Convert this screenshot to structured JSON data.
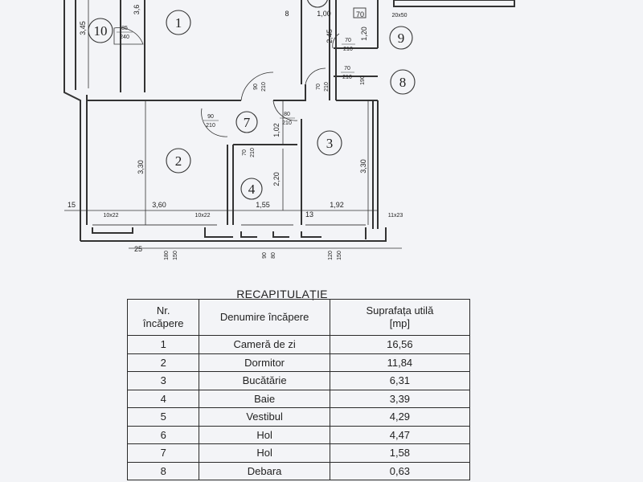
{
  "plan": {
    "rooms": [
      {
        "id": "room-1-label",
        "text": "1"
      },
      {
        "id": "room-2-label",
        "text": "2"
      },
      {
        "id": "room-3-label",
        "text": "3"
      },
      {
        "id": "room-4-label",
        "text": "4"
      },
      {
        "id": "room-7-label",
        "text": "7"
      },
      {
        "id": "room-8-label",
        "text": "8"
      },
      {
        "id": "room-9-label",
        "text": "9"
      },
      {
        "id": "room-10-label",
        "text": "10"
      }
    ],
    "dimensions": {
      "d_345": "3,45",
      "d_36": "3,6",
      "d_8": "8",
      "d_100": "1,00",
      "d_70": "70",
      "d_20x50": "20x50",
      "d_245": "2,45",
      "d_120": "1,20",
      "d_330a": "3,30",
      "d_330b": "3,30",
      "d_360": "3,60",
      "d_155": "1,55",
      "d_192": "1,92",
      "d_15": "15",
      "d_13": "13",
      "d_220": "2,20",
      "d_102": "1,02",
      "d_25": "25",
      "d_180": "180",
      "d_150a": "150",
      "d_90a": "90",
      "d_80": "80",
      "d_120b": "120",
      "d_150b": "150",
      "d_190": "190",
      "d_10x22a": "10x22",
      "d_10x22b": "10x22",
      "d_11x23": "11x23"
    },
    "doors": {
      "door_85": "85",
      "door_240": "240",
      "door_90a": "90",
      "door_210a": "210",
      "door_90b": "90",
      "door_210b": "210",
      "door_80": "80",
      "door_210c": "210",
      "door_70a": "70",
      "door_210d": "210",
      "door_70b": "70",
      "door_210e": "210",
      "door_70c": "70",
      "door_210f": "210",
      "door_70d": "70",
      "door_210g": "210"
    }
  },
  "recap": {
    "title": "RECAPITULAȚIE",
    "headers": [
      "Nr.\nîncăpere",
      "Denumire încăpere",
      "Suprafața utilă\n[mp]"
    ],
    "rows": [
      [
        "1",
        "Cameră de zi",
        "16,56"
      ],
      [
        "2",
        "Dormitor",
        "11,84"
      ],
      [
        "3",
        "Bucătărie",
        "6,31"
      ],
      [
        "4",
        "Baie",
        "3,39"
      ],
      [
        "5",
        "Vestibul",
        "4,29"
      ],
      [
        "6",
        "Hol",
        "4,47"
      ],
      [
        "7",
        "Hol",
        "1,58"
      ],
      [
        "8",
        "Debara",
        "0,63"
      ]
    ]
  }
}
